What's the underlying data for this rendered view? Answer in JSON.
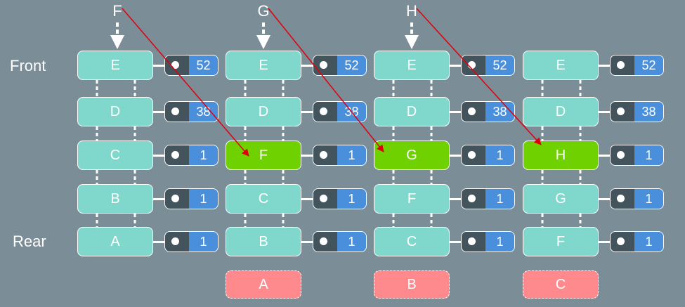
{
  "labels": {
    "front": "Front",
    "rear": "Rear"
  },
  "incoming": [
    "F",
    "G",
    "H"
  ],
  "columns": [
    {
      "nodes": [
        {
          "key": "E",
          "count": "52"
        },
        {
          "key": "D",
          "count": "38"
        },
        {
          "key": "C",
          "count": "1"
        },
        {
          "key": "B",
          "count": "1"
        },
        {
          "key": "A",
          "count": "1"
        }
      ],
      "evicted": null
    },
    {
      "nodes": [
        {
          "key": "E",
          "count": "52"
        },
        {
          "key": "D",
          "count": "38"
        },
        {
          "key": "F",
          "count": "1",
          "new": true
        },
        {
          "key": "C",
          "count": "1"
        },
        {
          "key": "B",
          "count": "1"
        }
      ],
      "evicted": "A"
    },
    {
      "nodes": [
        {
          "key": "E",
          "count": "52"
        },
        {
          "key": "D",
          "count": "38"
        },
        {
          "key": "G",
          "count": "1",
          "new": true
        },
        {
          "key": "F",
          "count": "1"
        },
        {
          "key": "C",
          "count": "1"
        }
      ],
      "evicted": "B"
    },
    {
      "nodes": [
        {
          "key": "E",
          "count": "52"
        },
        {
          "key": "D",
          "count": "38"
        },
        {
          "key": "H",
          "count": "1",
          "new": true
        },
        {
          "key": "G",
          "count": "1"
        },
        {
          "key": "F",
          "count": "1"
        }
      ],
      "evicted": "C"
    }
  ],
  "colors": {
    "background": "#7b8d96",
    "node": "#7fd8cb",
    "new_node": "#6fd100",
    "count_badge": "#4a8fdc",
    "badge_knob": "#44545d",
    "evicted": "#ff8a8d",
    "arrow": "#e0000c"
  }
}
